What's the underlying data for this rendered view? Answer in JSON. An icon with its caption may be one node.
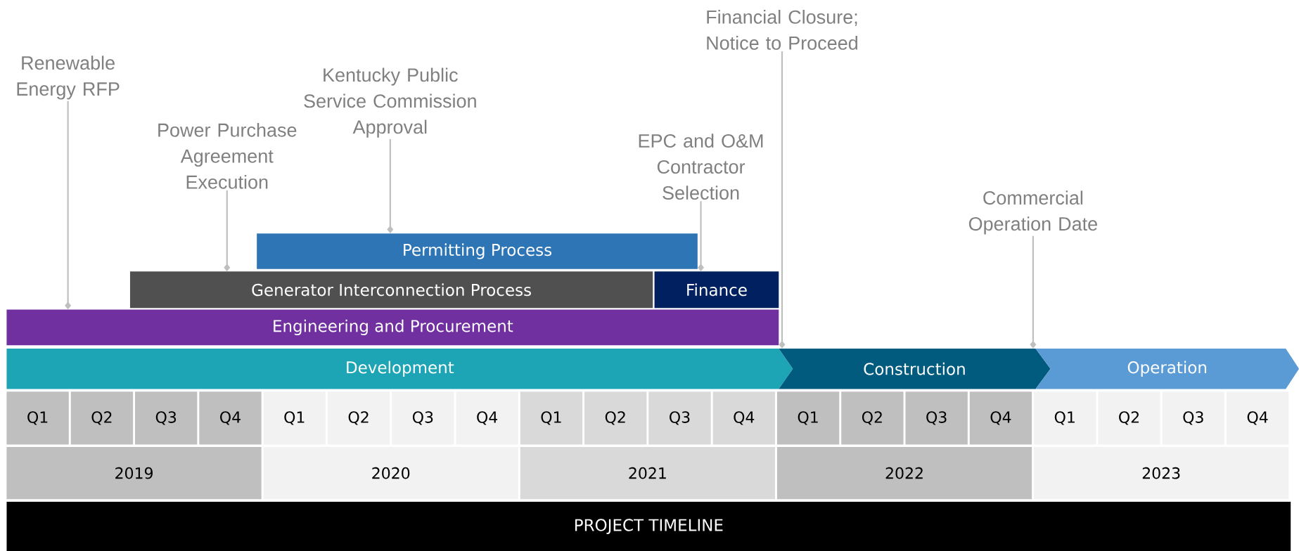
{
  "diagram": {
    "nodes": [
      {
        "text": [
          "Renewable Energy RFP"
        ]
      },
      {
        "text": [
          "Power Purchase Agreement Execution"
        ]
      },
      {
        "text": [
          "Kentucky Public Service Commission Approval"
        ]
      },
      {
        "text": [
          "EPC and O&M Contractor Selection"
        ]
      },
      {
        "text": [
          "Financial Closure; Notice to Proceed"
        ]
      },
      {
        "text": [
          "Commercial Operation Date"
        ]
      },
      {
        "text": [
          "Permitting Process"
        ]
      },
      {
        "text": [
          "Generator Interconnection Process"
        ]
      },
      {
        "text": [
          "Finance"
        ]
      },
      {
        "text": [
          "Engineering and Procurement"
        ]
      },
      {
        "text": [
          "Development"
        ]
      },
      {
        "text": [
          "Construction"
        ]
      },
      {
        "text": [
          "Operation"
        ]
      },
      {
        "text": [
          "PROJECT TIMELINE"
        ]
      }
    ],
    "edges": [
      {
        "from": 0,
        "to": 9,
        "arrow": "other"
      },
      {
        "from": 1,
        "to": 7,
        "arrow": "other"
      },
      {
        "from": 2,
        "to": 6,
        "arrow": "other"
      },
      {
        "from": 3,
        "to": 8,
        "arrow": "other"
      },
      {
        "from": 4,
        "to": 11,
        "arrow": "other"
      },
      {
        "from": 5,
        "to": 12,
        "arrow": "other"
      }
    ],
    "labels": [
      "Q1",
      "Q2",
      "Q3",
      "Q4",
      "Q1",
      "Q2",
      "Q3",
      "Q4",
      "Q1",
      "Q2",
      "Q3",
      "Q4",
      "Q1",
      "Q2",
      "Q3",
      "Q4",
      "Q1",
      "Q2",
      "Q3",
      "Q4",
      "2019",
      "2020",
      "2021",
      "2022",
      "2023"
    ]
  }
}
